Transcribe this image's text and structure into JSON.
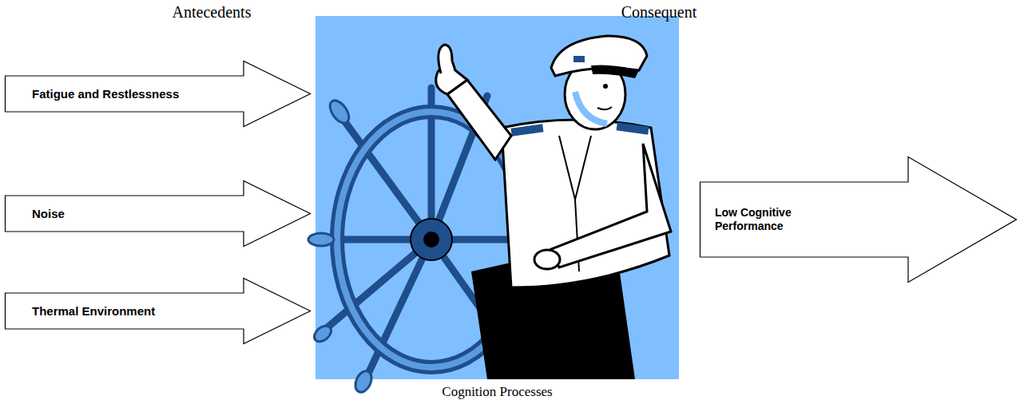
{
  "diagram": {
    "nodes": [
      {
        "text": [
          "Fatigue and Restlessness"
        ]
      },
      {
        "text": [
          "Noise"
        ]
      },
      {
        "text": [
          "Thermal Environment"
        ]
      },
      {
        "text": [
          "Cognition Processes"
        ]
      },
      {
        "text": [
          "Low Cognitive Performance"
        ]
      }
    ],
    "labels": [
      "Antecedents",
      "Consequent"
    ]
  }
}
